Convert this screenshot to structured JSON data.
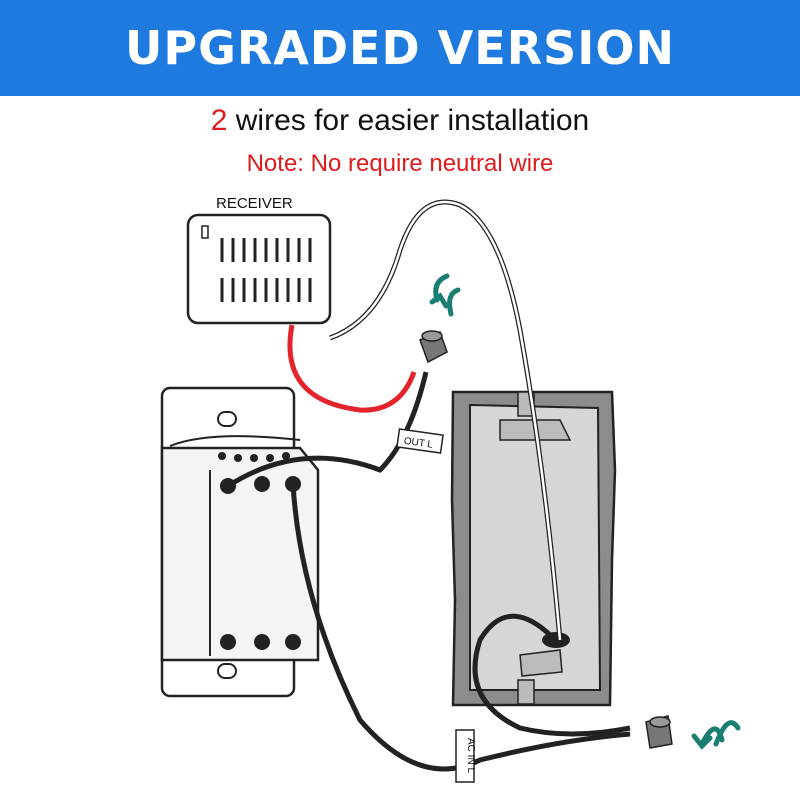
{
  "header": {
    "title": "UPGRADED VERSION"
  },
  "subtitle": {
    "count": "2",
    "text": " wires for easier installation"
  },
  "note": {
    "text": "Note: No require neutral wire"
  },
  "labels": {
    "receiver": "RECEIVER",
    "out_l": "OUT L",
    "ac_in_l": "AC IN L"
  },
  "colors": {
    "banner": "#1f7ae0",
    "accent_red": "#e01b1b",
    "wire_red": "#e3252b",
    "wire_black": "#222222",
    "twist_arrow": "#1a7f72"
  },
  "icons": [
    "wire-nut-icon",
    "twist-arrow-icon"
  ]
}
